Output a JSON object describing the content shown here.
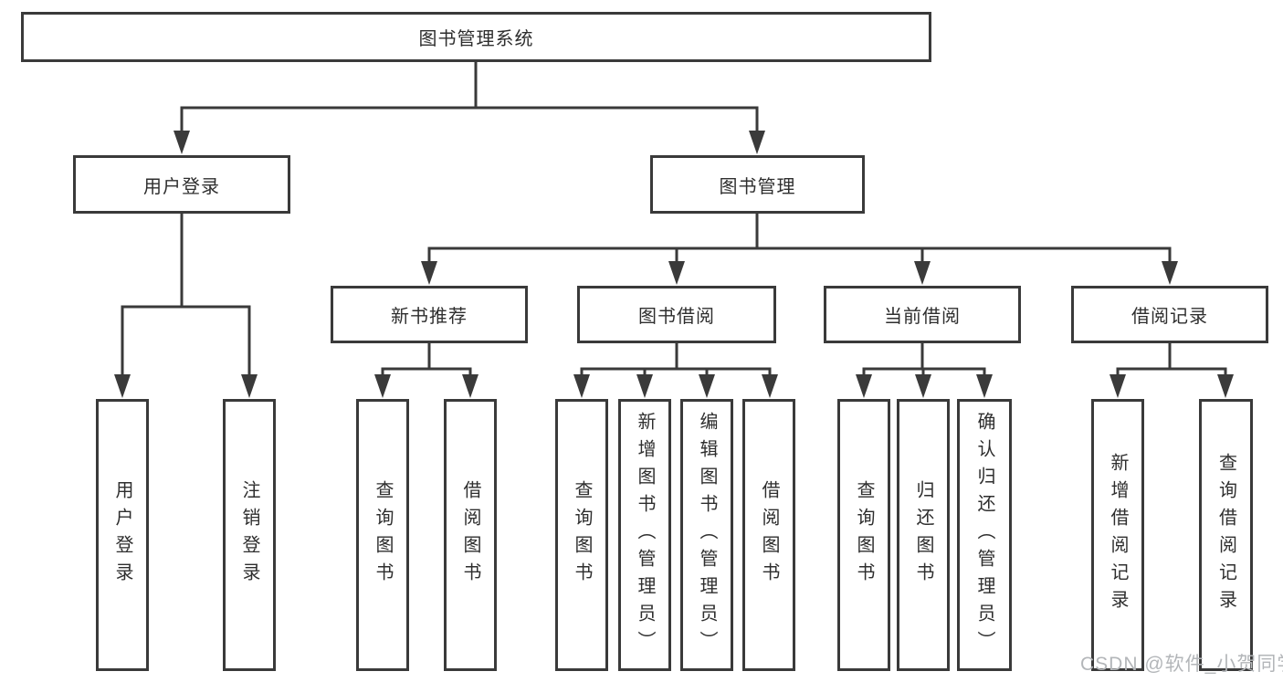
{
  "diagram": {
    "title": "图书管理系统",
    "colors": {
      "line": "#3a3a3a",
      "box_border": "#3a3a3a",
      "box_fill": "#ffffff",
      "text": "#2e2e2e",
      "background": "#ffffff",
      "watermark": "#b3b6b9"
    },
    "nodes": {
      "root": "图书管理系统",
      "user_login": "用户登录",
      "book_mgmt": "图书管理",
      "ul_login": "用户登录",
      "ul_logout": "注销登录",
      "new_book": "新书推荐",
      "book_borrow": "图书借阅",
      "current_borrow": "当前借阅",
      "borrow_records": "借阅记录",
      "nb_query": "查询图书",
      "nb_borrow": "借阅图书",
      "bb_query": "查询图书",
      "bb_add": "新增图书（管理员）",
      "bb_edit": "编辑图书（管理员）",
      "bb_borrow": "借阅图书",
      "cb_query": "查询图书",
      "cb_return": "归还图书",
      "cb_confirm": "确认归还（管理员）",
      "br_add": "新增借阅记录",
      "br_query": "查询借阅记录"
    },
    "hierarchy": {
      "图书管理系统": {
        "用户登录": [
          "用户登录",
          "注销登录"
        ],
        "图书管理": {
          "新书推荐": [
            "查询图书",
            "借阅图书"
          ],
          "图书借阅": [
            "查询图书",
            "新增图书（管理员）",
            "编辑图书（管理员）",
            "借阅图书"
          ],
          "当前借阅": [
            "查询图书",
            "归还图书",
            "确认归还（管理员）"
          ],
          "借阅记录": [
            "新增借阅记录",
            "查询借阅记录"
          ]
        }
      }
    },
    "watermark": "CSDN @软件_小贺同学"
  }
}
